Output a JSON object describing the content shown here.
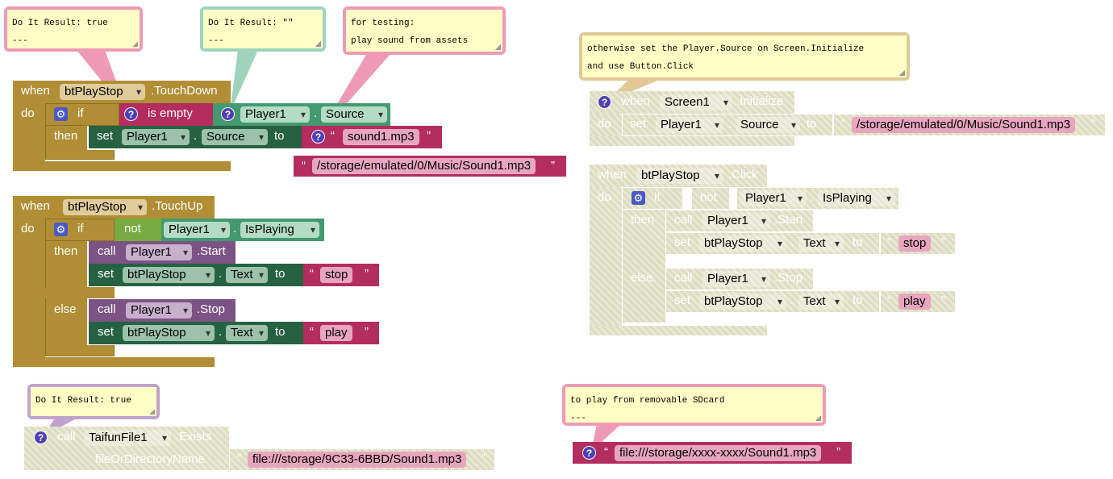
{
  "comments": {
    "doit1": {
      "line1": "Do It Result: true",
      "line2": "---"
    },
    "doit2": {
      "line1": "Do It Result: \"\"",
      "line2": "---"
    },
    "testing": {
      "line1": "for testing:",
      "line2": "play sound from assets"
    },
    "otherwise": {
      "line1": "otherwise set the Player.Source on Screen.Initialize",
      "line2": "and use Button.Click"
    },
    "doit3": {
      "line1": "Do It Result: true",
      "line2": ""
    },
    "sdcard": {
      "line1": "to play from removable SDcard",
      "line2": "---"
    }
  },
  "keywords": {
    "when": "when",
    "do": "do",
    "if": "if",
    "then": "then",
    "else": "else",
    "set": "set",
    "to": "to",
    "call": "call",
    "not": "not",
    "is_empty": "is empty",
    "dot": ".",
    "quote_open": "“",
    "quote_close": "”",
    "question": "?",
    "gear": "⚙"
  },
  "touchdown": {
    "component": "btPlayStop",
    "event": ".TouchDown",
    "cond_component": "Player1",
    "cond_property": "Source",
    "set_component": "Player1",
    "set_property": "Source",
    "value": "sound1.mp3"
  },
  "loose_text": {
    "value": "/storage/emulated/0/Music/Sound1.mp3"
  },
  "touchup": {
    "component": "btPlayStop",
    "event": ".TouchUp",
    "cond_component": "Player1",
    "cond_property": "IsPlaying",
    "then_call_component": "Player1",
    "then_call_method": ".Start",
    "then_set_component": "btPlayStop",
    "then_set_property": "Text",
    "then_value": "stop",
    "else_call_component": "Player1",
    "else_call_method": ".Stop",
    "else_set_component": "btPlayStop",
    "else_set_property": "Text",
    "else_value": "play"
  },
  "screen_init": {
    "component": "Screen1",
    "event": ".Initialize",
    "set_component": "Player1",
    "set_property": "Source",
    "value": "/storage/emulated/0/Music/Sound1.mp3"
  },
  "click": {
    "component": "btPlayStop",
    "event": ".Click",
    "cond_component": "Player1",
    "cond_property": "IsPlaying",
    "then_call_component": "Player1",
    "then_call_method": ".Start",
    "then_set_component": "btPlayStop",
    "then_set_property": "Text",
    "then_value": "stop",
    "else_call_component": "Player1",
    "else_call_method": ".Stop",
    "else_set_component": "btPlayStop",
    "else_set_property": "Text",
    "else_value": "play"
  },
  "exists": {
    "component": "TaifunFile1",
    "method": ".Exists",
    "param": "fileOrDirectoryName",
    "value": "file:///storage/9C33-6BBD/Sound1.mp3"
  },
  "sdcard_text": {
    "value": "file:///storage/xxxx-xxxx/Sound1.mp3"
  },
  "colors": {
    "event": "#b18e35",
    "text": "#b32d5e",
    "component": "#439970",
    "setter": "#266141",
    "call": "#7c5385",
    "logic": "#77ab41",
    "comment_bg": "#ffffc5"
  }
}
